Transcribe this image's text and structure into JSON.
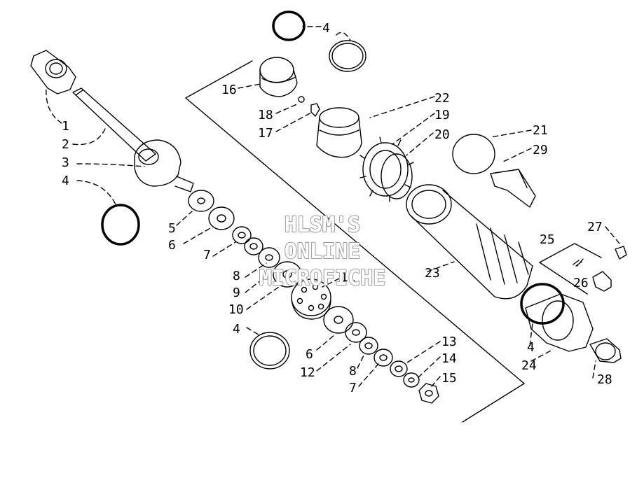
{
  "diagram": {
    "callouts": {
      "c1": "1",
      "c2": "2",
      "c3": "3",
      "c4a": "4",
      "c4b": "4",
      "c4c": "4",
      "c4d": "4",
      "c5": "5",
      "c6a": "6",
      "c6b": "6",
      "c7a": "7",
      "c7b": "7",
      "c8a": "8",
      "c8b": "8",
      "c9": "9",
      "c10": "10",
      "c11": "11",
      "c12": "12",
      "c13": "13",
      "c14": "14",
      "c15": "15",
      "c16": "16",
      "c17": "17",
      "c18": "18",
      "c19": "19",
      "c20": "20",
      "c21": "21",
      "c22": "22",
      "c23": "23",
      "c24": "24",
      "c25": "25",
      "c26": "26",
      "c27": "27",
      "c28": "28",
      "c29": "29"
    },
    "watermark": {
      "line1": "HLSM'S",
      "line2": "ONLINE",
      "line3": "MICROFICHE"
    },
    "colors": {
      "line": "#000000",
      "background": "#ffffff",
      "watermark_outline": "#9a9a9a"
    }
  }
}
